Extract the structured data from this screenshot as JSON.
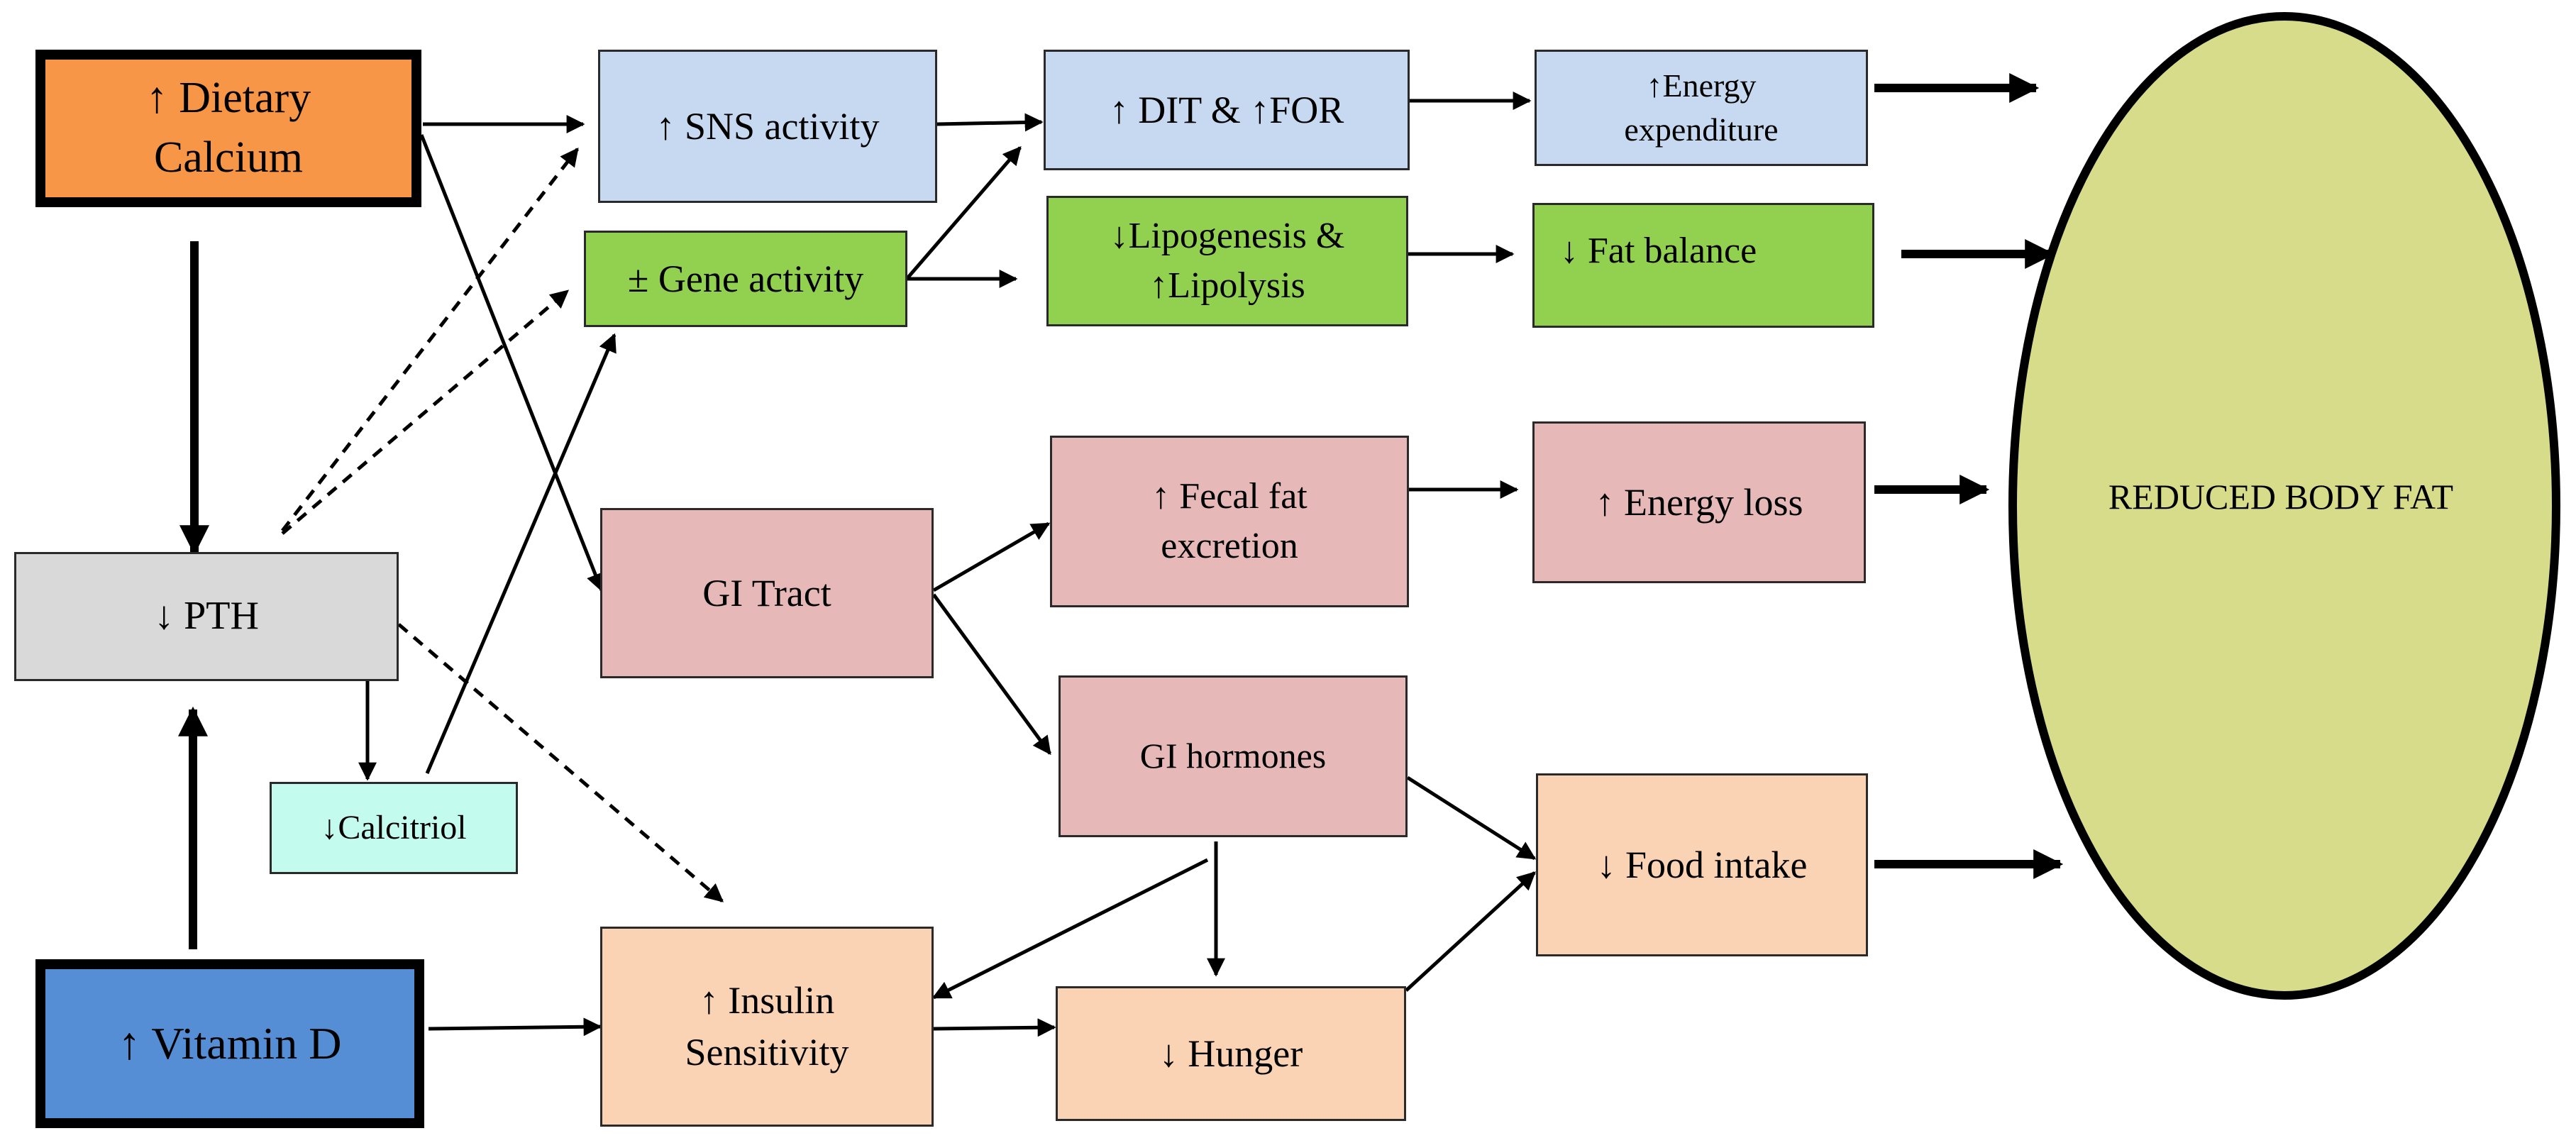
{
  "colors": {
    "orange": "#f79646",
    "blue_light": "#c6d9f1",
    "green": "#92d050",
    "pink": "#e6b9b8",
    "peach": "#fad2b4",
    "gray": "#d9d9d9",
    "cyan": "#c4fbef",
    "blue_dark": "#558ed5",
    "ellipse": "#d7dc8a"
  },
  "nodes": {
    "dietary_calcium": "↑ Dietary Calcium",
    "sns_activity": "↑ SNS activity",
    "dit_for": "↑ DIT & ↑FOR",
    "energy_expenditure_line1": "↑Energy",
    "energy_expenditure_line2": "expenditure",
    "gene_activity": "± Gene activity",
    "lipogenesis_line1": "↓Lipogenesis &",
    "lipogenesis_line2": "↑Lipolysis",
    "fat_balance": "↓ Fat balance",
    "pth": "↓ PTH",
    "calcitriol": "↓Calcitriol",
    "gi_tract": "GI Tract",
    "fecal_fat_line1": "↑ Fecal fat",
    "fecal_fat_line2": "excretion",
    "energy_loss": "↑ Energy loss",
    "gi_hormones": "GI hormones",
    "food_intake": "↓ Food intake",
    "vitamin_d": "↑ Vitamin D",
    "insulin_line1": "↑ Insulin",
    "insulin_line2": "Sensitivity",
    "hunger": "↓ Hunger",
    "reduced_body_fat": "REDUCED BODY FAT"
  }
}
